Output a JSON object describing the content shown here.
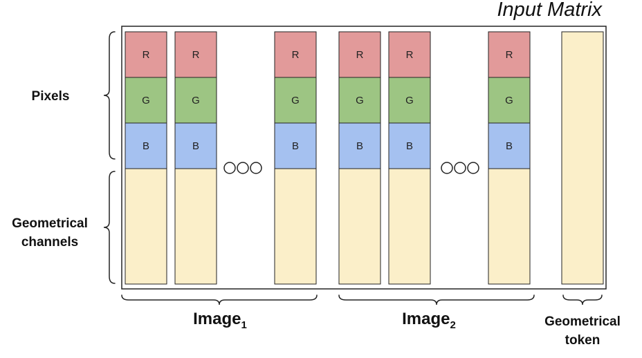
{
  "title": "Input Matrix",
  "left_labels": {
    "pixels": "Pixels",
    "geometrical_line1": "Geometrical",
    "geometrical_line2": "channels"
  },
  "channel_labels": [
    "R",
    "G",
    "B"
  ],
  "groups": [
    {
      "label": "Image",
      "subscript": "1"
    },
    {
      "label": "Image",
      "subscript": "2"
    }
  ],
  "geometrical_token": {
    "line1": "Geometrical",
    "line2": "token"
  },
  "colors": {
    "R": "#e29a9a",
    "G": "#9dc583",
    "B": "#a5c1f0",
    "geometric": "#fbefc9",
    "stroke": "#222222"
  }
}
